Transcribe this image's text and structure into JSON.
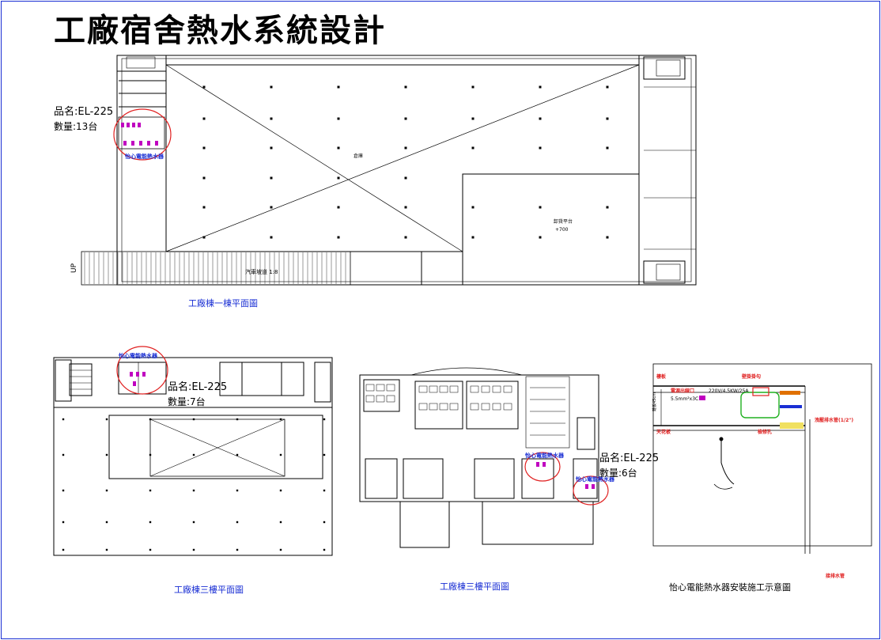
{
  "title": "工廠宿舍熱水系統設計",
  "brand_label": "怡心電能熱水器",
  "plans": {
    "plan1": {
      "caption": "工廠棟一棟平面圖",
      "model": "品名:EL-225",
      "qty": "數量:13台",
      "ramp_label": "汽車坡道 1:8",
      "up_label": "UP",
      "platform_label": "卸貨平台",
      "platform_level": "+700",
      "area_label": "倉庫"
    },
    "plan2": {
      "caption": "工廠棟三樓平面圖",
      "model": "品名:EL-225",
      "qty": "數量:7台"
    },
    "plan3": {
      "caption": "工廠棟三樓平面圖",
      "model": "品名:EL-225",
      "qty": "數量:6台"
    },
    "install": {
      "caption": "怡心電能熱水器安裝施工示意圖",
      "labels": {
        "ceiling_board": "樓板",
        "ceiling_plate": "天花板",
        "outlet": "電源出線口",
        "outlet_spec": "5.5mm²x3C",
        "power": "220V/4.5KW/25A",
        "hook": "壁掛掛勾",
        "vent": "檢修孔",
        "drain_pipe": "洩壓排水管(1/2\")",
        "drain_out": "接排水管",
        "height": "離板45cm"
      }
    }
  },
  "colors": {
    "ink": "#000000",
    "blue": "#1a2fd4",
    "red": "#e02020",
    "magenta": "#c000c0",
    "green": "#20b020",
    "orange": "#e07000"
  }
}
